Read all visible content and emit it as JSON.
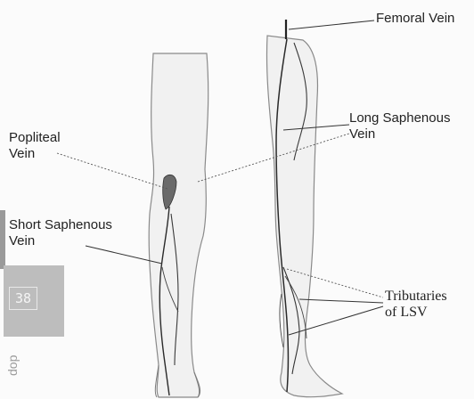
{
  "labels": {
    "femoral_vein": "Femoral Vein",
    "popliteal_vein": "Popliteal\nVein",
    "long_saphenous_vein": "Long Saphenous\nVein",
    "short_saphenous_vein": "Short Saphenous\nVein",
    "tributaries": "Tributaries\nof LSV"
  },
  "margin": {
    "page_number": "38",
    "side_text": "dop"
  },
  "colors": {
    "skin": "#f1f1f1",
    "outline": "#8a8a8a",
    "vein": "#2a2a2a",
    "leader": "#555555",
    "tab": "#bdbdbd"
  }
}
